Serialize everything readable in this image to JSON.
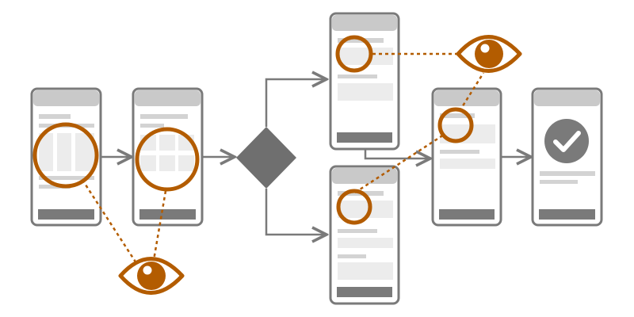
{
  "colors": {
    "frame": "#7a7a7a",
    "header": "#c9c9c9",
    "text_line": "#d3d3d3",
    "content_block": "#ececec",
    "footer_bar": "#7a7a7a",
    "connector": "#7a7a7a",
    "decision": "#6f6f6f",
    "highlight": "#b35c00",
    "eye": "#b35c00",
    "background": "#ffffff"
  },
  "screens": [
    {
      "id": "screen-1",
      "kind": "list"
    },
    {
      "id": "screen-2",
      "kind": "grid"
    },
    {
      "id": "screen-3a",
      "kind": "form"
    },
    {
      "id": "screen-3b",
      "kind": "form"
    },
    {
      "id": "screen-4",
      "kind": "form"
    },
    {
      "id": "screen-5",
      "kind": "confirmation"
    }
  ],
  "icons": {
    "eye": "eye-icon",
    "decision": "decision-diamond",
    "confirmation": "checkmark-icon"
  }
}
